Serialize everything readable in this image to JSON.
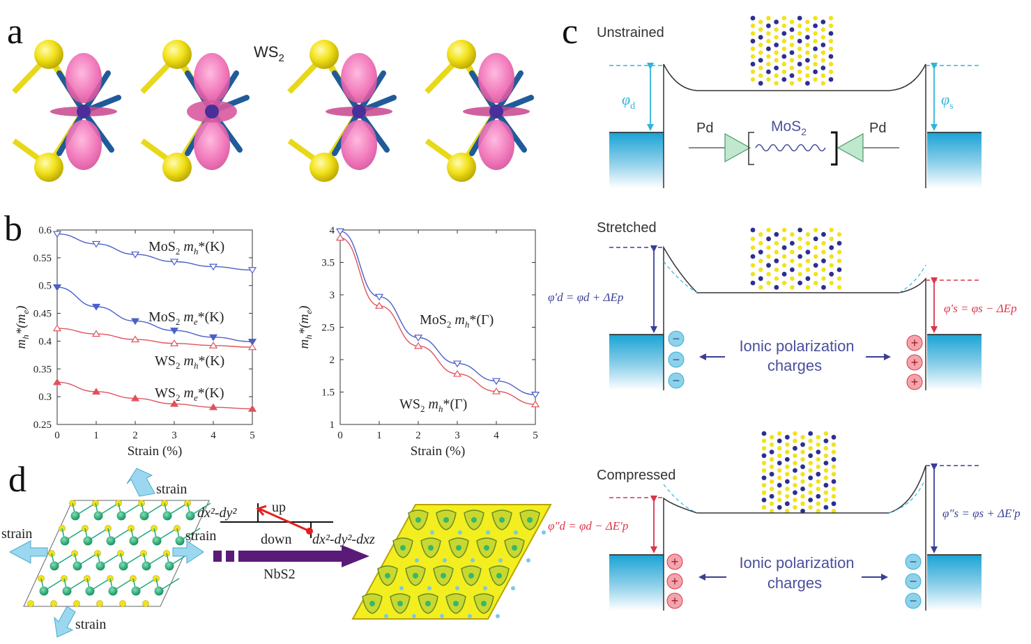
{
  "panels": {
    "a": "a",
    "b": "b",
    "c": "c",
    "d": "d"
  },
  "panel_a": {
    "title": "WS",
    "title_sub": "2"
  },
  "panel_c": {
    "unstrained": "Unstrained",
    "stretched": "Stretched",
    "compressed": "Compressed",
    "pd_left": "Pd",
    "pd_right": "Pd",
    "mos2": "MoS",
    "mos2_sub": "2",
    "phi_d": "φ",
    "phi_d_sub": "d",
    "phi_s": "φ",
    "phi_s_sub": "s",
    "stretched_phi_d": "φ′d = φd + ΔEp",
    "stretched_phi_s": "φ′s = φs − ΔEp",
    "compressed_phi_d": "φ″d = φd − ΔE′p",
    "compressed_phi_s": "φ″s = φs + ΔE′p",
    "ionic_line1": "Ionic polarization",
    "ionic_line2": "charges",
    "minus": "−",
    "plus": "+"
  },
  "panel_d": {
    "strain": "strain",
    "up": "up",
    "down": "down",
    "orbital_top": "dx²-dy²",
    "orbital_bottom": "dx²-dy²-dxz",
    "material": "NbS2"
  },
  "colors": {
    "blue_series": "#4b5fc8",
    "red_series": "#e0525c",
    "sulfur": "#f2e21a",
    "pink_orbital": "#ef69b3",
    "bond_blue": "#1f5b9a",
    "cyan": "#2fb5d8",
    "navy": "#3a3f95",
    "red": "#d9364a",
    "purple_arrow": "#5a1a78"
  },
  "chart_data": [
    {
      "type": "line",
      "x": [
        0,
        1,
        2,
        3,
        4,
        5
      ],
      "xlabel": "Strain (%)",
      "ylabel": "m_h*(m_e)",
      "xlim": [
        0,
        5
      ],
      "ylim": [
        0.25,
        0.6
      ],
      "xticks": [
        "0",
        "1",
        "2",
        "3",
        "4",
        "5"
      ],
      "yticks": [
        "0.25",
        "0.3",
        "0.35",
        "0.4",
        "0.45",
        "0.5",
        "0.55",
        "0.6"
      ],
      "series": [
        {
          "name": "MoS2 mh*(K)",
          "color": "blue",
          "marker": "triangle-down-open",
          "values": [
            0.593,
            0.575,
            0.556,
            0.543,
            0.534,
            0.528
          ]
        },
        {
          "name": "MoS2 me*(K)",
          "color": "blue",
          "marker": "triangle-down-filled",
          "values": [
            0.497,
            0.462,
            0.436,
            0.419,
            0.407,
            0.399
          ]
        },
        {
          "name": "WS2 mh*(K)",
          "color": "red",
          "marker": "triangle-up-open",
          "values": [
            0.423,
            0.413,
            0.403,
            0.396,
            0.392,
            0.389
          ]
        },
        {
          "name": "WS2 me*(K)",
          "color": "red",
          "marker": "triangle-up-filled",
          "values": [
            0.326,
            0.309,
            0.297,
            0.287,
            0.281,
            0.278
          ]
        }
      ]
    },
    {
      "type": "line",
      "x": [
        0,
        1,
        2,
        3,
        4,
        5
      ],
      "xlabel": "Strain (%)",
      "ylabel": "m_h*(m_e)",
      "xlim": [
        0,
        5
      ],
      "ylim": [
        1,
        4
      ],
      "xticks": [
        "0",
        "1",
        "2",
        "3",
        "4",
        "5"
      ],
      "yticks": [
        "1",
        "1.5",
        "2",
        "2.5",
        "3",
        "3.5",
        "4"
      ],
      "series": [
        {
          "name": "MoS2 mh*(Γ)",
          "color": "blue",
          "marker": "triangle-down-open",
          "values": [
            3.98,
            2.97,
            2.34,
            1.94,
            1.67,
            1.46
          ]
        },
        {
          "name": "WS2 mh*(Γ)",
          "color": "red",
          "marker": "triangle-up-open",
          "values": [
            3.88,
            2.83,
            2.21,
            1.78,
            1.51,
            1.31
          ]
        }
      ]
    }
  ]
}
